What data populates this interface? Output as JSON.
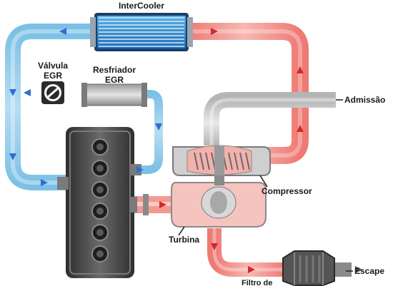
{
  "labels": {
    "intercooler": "InterCooler",
    "valve_line1": "Válvula",
    "valve_line2": "EGR",
    "cooler_line1": "Resfriador",
    "cooler_line2": "EGR",
    "intake": "Admissão",
    "compressor": "Compressor",
    "turbine": "Turbina",
    "exhaust": "Escape",
    "filter_partial": "Filtro de"
  },
  "colors": {
    "cold_pipe": "#8fcbea",
    "hot_pipe": "#f08a84",
    "intake_pipe": "#c9c9c9",
    "exhaust_pipe": "#f29a92",
    "arrow_cold": "#2d6fd1",
    "arrow_hot": "#d12a2a",
    "engine": "#4a4a4a",
    "intercooler_core": "#3a8fd0"
  }
}
